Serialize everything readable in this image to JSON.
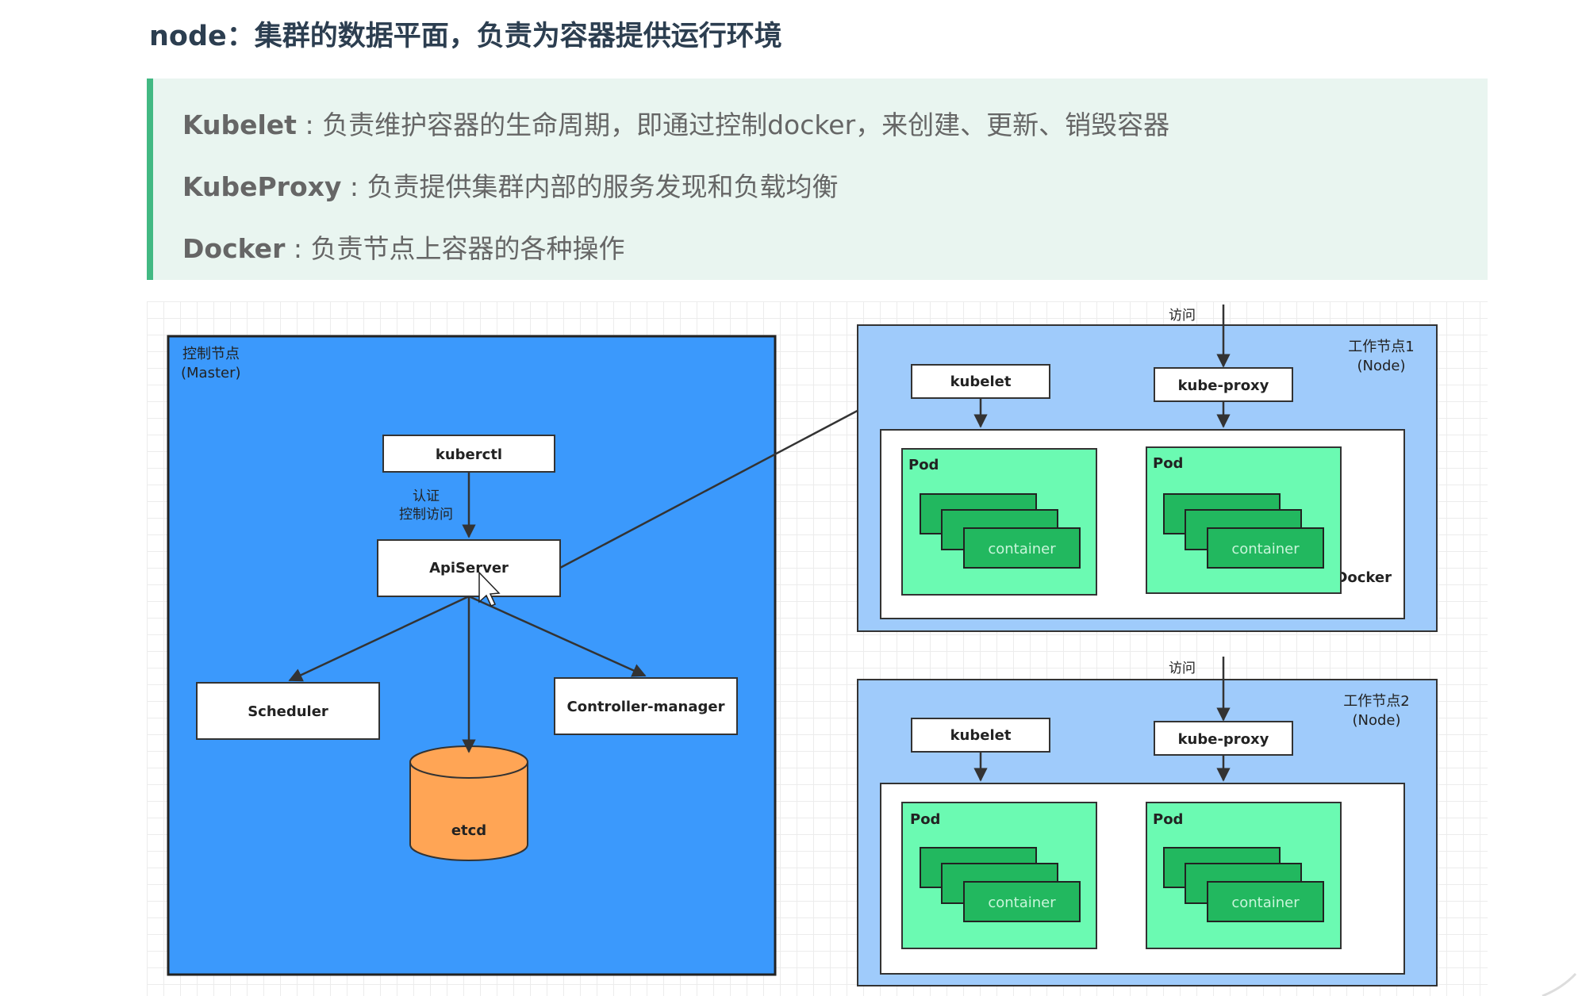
{
  "heading": "node：集群的数据平面，负责为容器提供运行环境",
  "tip": {
    "items": [
      {
        "term": "Kubelet",
        "desc": " : 负责维护容器的生命周期，即通过控制docker，来创建、更新、销毁容器"
      },
      {
        "term": "KubeProxy",
        "desc": " : 负责提供集群内部的服务发现和负载均衡"
      },
      {
        "term": "Docker",
        "desc": " : 负责节点上容器的各种操作"
      }
    ]
  },
  "diagram": {
    "master": {
      "title_line1": "控制节点",
      "title_line2": "(Master)",
      "kubectl": "kuberctl",
      "auth_line1": "认证",
      "auth_line2": "控制访问",
      "apiserver": "ApiServer",
      "scheduler": "Scheduler",
      "controller": "Controller-manager",
      "etcd": "etcd"
    },
    "node1": {
      "title_line1": "工作节点1",
      "title_line2": "(Node)",
      "access": "访问",
      "kubelet": "kubelet",
      "kube_proxy": "kube-proxy",
      "pod_a": "Pod",
      "pod_b": "Pod",
      "container_a": "container",
      "container_b": "container",
      "docker": "Docker"
    },
    "node2": {
      "title_line1": "工作节点2",
      "title_line2": "(Node)",
      "access": "访问",
      "kubelet": "kubelet",
      "kube_proxy": "kube-proxy",
      "pod_a": "Pod",
      "pod_b": "Pod",
      "container_a": "container",
      "container_b": "container"
    },
    "colors": {
      "master_fill": "#3b99fc",
      "node_fill": "#9fcbfb",
      "pod_fill": "#6bfab2",
      "container_fill": "#22b85f",
      "etcd_fill": "#ffa555",
      "accent": "#42b983"
    }
  }
}
